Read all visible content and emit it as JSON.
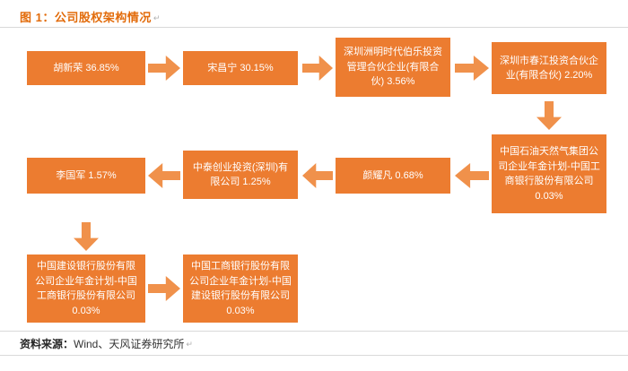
{
  "title": "图 1：公司股权架构情况",
  "pilcrow": "↵",
  "colors": {
    "box": "#ec7c30",
    "arrow": "#f0914b",
    "title": "#e26b0a"
  },
  "nodes": [
    {
      "label": "胡新荣 36.85%"
    },
    {
      "label": "宋昌宁 30.15%"
    },
    {
      "label": "深圳洲明时代伯乐投资管理合伙企业(有限合伙) 3.56%"
    },
    {
      "label": "深圳市春江投资合伙企业(有限合伙) 2.20%"
    },
    {
      "label": "中国石油天然气集团公司企业年金计划-中国工商银行股份有限公司 0.03%"
    },
    {
      "label": "颜耀凡 0.68%"
    },
    {
      "label": "中泰创业投资(深圳)有限公司 1.25%"
    },
    {
      "label": "李国军 1.57%"
    },
    {
      "label": "中国建设银行股份有限公司企业年金计划-中国工商银行股份有限公司 0.03%"
    },
    {
      "label": "中国工商银行股份有限公司企业年金计划-中国建设银行股份有限公司 0.03%"
    }
  ],
  "source": {
    "label": "资料来源：",
    "value": "Wind、天风证券研究所"
  }
}
